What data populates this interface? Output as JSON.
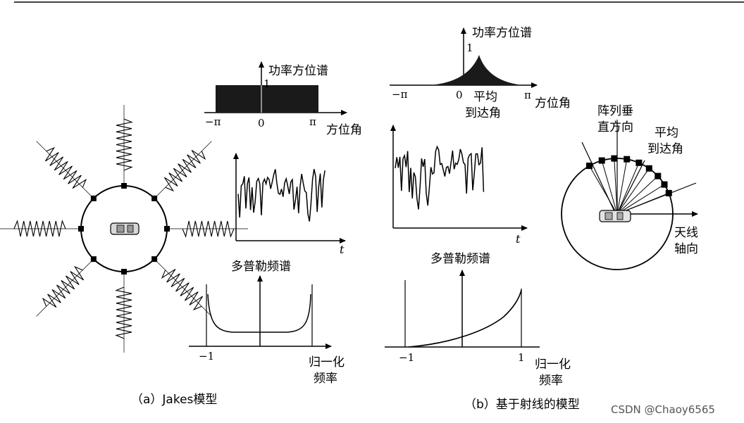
{
  "left": {
    "spectrum_title": "功率方位谱",
    "tick_neg_pi": "−π",
    "tick_zero": "0",
    "tick_pi": "π",
    "tick_one": "1",
    "axis_label": "方位角",
    "time_label": "t",
    "doppler_title": "多普勒频谱",
    "doppler_tick_neg1": "−1",
    "doppler_axis_label_line1": "归一化",
    "doppler_axis_label_line2": "频率",
    "caption": "（a）Jakes模型"
  },
  "right": {
    "spectrum_title": "功率方位谱",
    "tick_one": "1",
    "tick_neg_pi": "−π",
    "tick_zero": "0",
    "tick_pi": "π",
    "mean_line1": "平均",
    "mean_line2": "到达角",
    "axis_label": "方位角",
    "time_label": "t",
    "doppler_title": "多普勒频谱",
    "doppler_tick_neg1": "−1",
    "doppler_tick_1": "1",
    "doppler_axis_label_line1": "归一化",
    "doppler_axis_label_line2": "频率",
    "array_line1": "阵列垂",
    "array_line2": "直方向",
    "aoa_line1": "平均",
    "aoa_line2": "到达角",
    "antenna_line1": "天线",
    "antenna_line2": "轴向",
    "caption": "（b）基于射线的模型"
  },
  "watermark": "CSDN @Chaoy6565"
}
